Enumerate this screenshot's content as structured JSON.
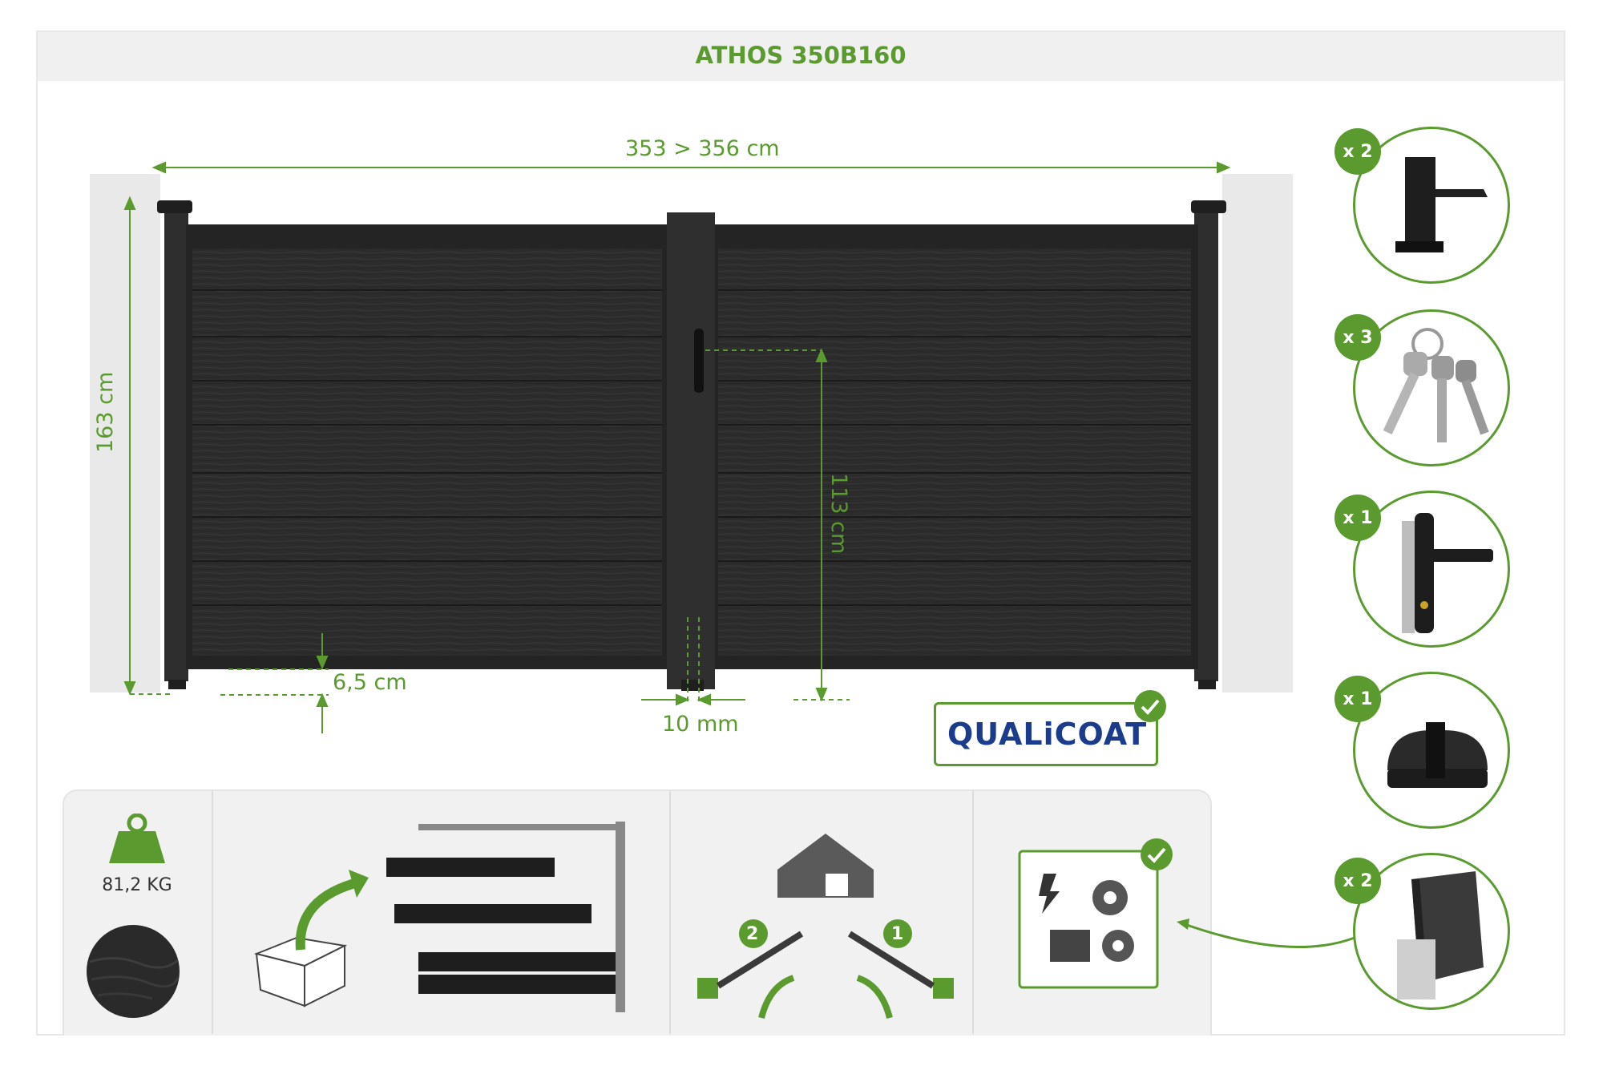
{
  "product": {
    "title": "ATHOS 350B160"
  },
  "dimensions": {
    "width": "353 > 356 cm",
    "height": "163 cm",
    "lock_height": "113 cm",
    "ground_clearance": "6,5 cm",
    "center_gap": "10 mm"
  },
  "certification": {
    "qualicoat_label": "QUALiCOAT"
  },
  "accessories": [
    {
      "quantity": "x 2",
      "icon": "gate-stop-icon"
    },
    {
      "quantity": "x 3",
      "icon": "keys-icon"
    },
    {
      "quantity": "x 1",
      "icon": "lock-handle-icon"
    },
    {
      "quantity": "x 1",
      "icon": "ground-stop-icon"
    },
    {
      "quantity": "x 2",
      "icon": "post-profile-icon"
    }
  ],
  "info": {
    "weight": "81,2 KG",
    "opening_steps": [
      "2",
      "1"
    ]
  },
  "colors": {
    "accent": "#5a9a2e",
    "gate": "#2b2b2b",
    "panel_bg": "#f1f1f1"
  }
}
